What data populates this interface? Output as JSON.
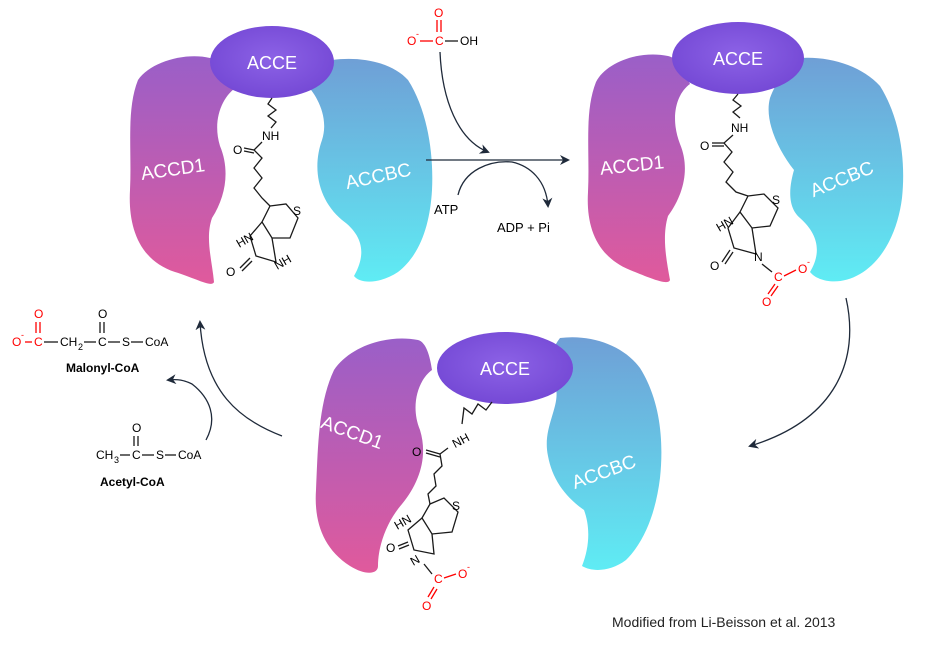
{
  "proteins": {
    "acce": "ACCE",
    "accd1": "ACCD1",
    "accbc": "ACCBC"
  },
  "biotin_atoms": {
    "nh": "NH",
    "hn": "HN",
    "s": "S",
    "o": "O",
    "n": "N",
    "c": "C"
  },
  "bicarbonate": {
    "o_minus": "O",
    "charge": "-",
    "c": "C",
    "oh": "OH",
    "o_top": "O"
  },
  "reaction": {
    "atp": "ATP",
    "adp_pi": "ADP + Pi"
  },
  "malonyl": {
    "o_minus": "O",
    "charge": "-",
    "c1": "C",
    "ch2": "CH",
    "ch2_sub": "2",
    "c2": "C",
    "s": "S",
    "coa": "CoA",
    "o": "O",
    "name": "Malonyl-CoA"
  },
  "acetyl": {
    "ch3": "CH",
    "ch3_sub": "3",
    "c": "C",
    "s": "S",
    "coa": "CoA",
    "o": "O",
    "name": "Acetyl-CoA"
  },
  "credit": "Modified from Li-Beisson et al. 2013",
  "colors": {
    "acce": "#7b50d8",
    "accd1_top": "#9a5fc8",
    "accd1_bottom": "#e05a9c",
    "accbc_top": "#6f9fd6",
    "accbc_bottom": "#5fe8f2",
    "carboxyl": "#ff0000"
  }
}
